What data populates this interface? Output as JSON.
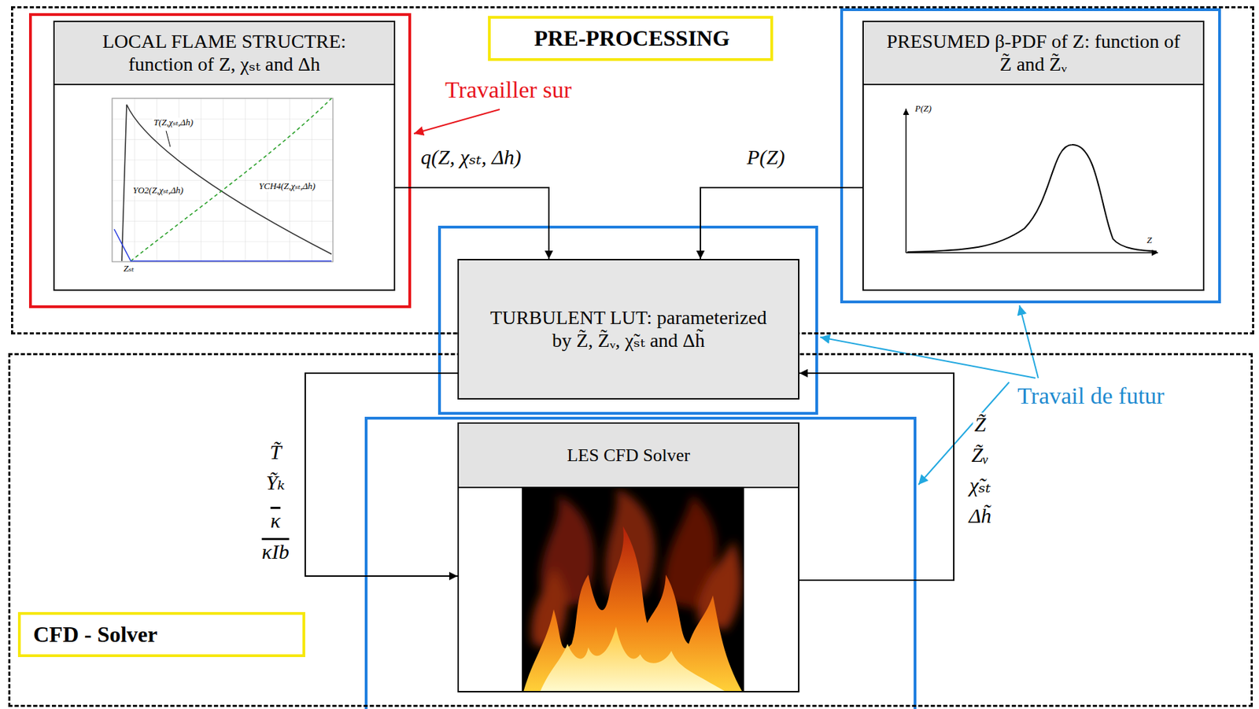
{
  "diagram": {
    "nodes": [
      {
        "text": [
          "PRE-PROCESSING"
        ]
      },
      {
        "text": [
          "LOCAL FLAME STRUCTRE: function of Z, χₛₜ and Δh"
        ],
        "in": 0
      },
      {
        "text": [
          "PRESUMED β-PDF of Z: function of Z̃ and Z̃ᵥ"
        ],
        "in": 0
      },
      {
        "text": [
          "TURBULENT LUT: parameterized by Z̃, Z̃ᵥ, χ̃ₛₜ and Δh̃"
        ]
      },
      {
        "text": [
          "CFD - Solver"
        ]
      },
      {
        "text": [
          "LES CFD Solver"
        ],
        "in": 4
      }
    ],
    "edges": [
      {
        "from": 1,
        "to": 3,
        "arrow": "to",
        "label": "q(Z, χₛₜ, Δh)"
      },
      {
        "from": 2,
        "to": 3,
        "arrow": "to",
        "label": "P(Z)"
      },
      {
        "from": 3,
        "to": 5,
        "arrow": "to"
      },
      {
        "from": 5,
        "to": 3,
        "arrow": "to"
      }
    ],
    "labels": [
      "Travailler sur",
      "Travail de futur",
      "T(Z,χₛₜ,Δh)",
      "YCH4(Z,χₛₜ,Δh)",
      "YO2(Z,χₛₜ,Δh)",
      "Zₛₜ",
      "P(Z)",
      "Z",
      "T̃",
      "Ỹₖ",
      "κ",
      "κIb",
      "Z̃",
      "Z̃ᵥ",
      "χ̃ₛₜ",
      "Δh̃"
    ]
  }
}
